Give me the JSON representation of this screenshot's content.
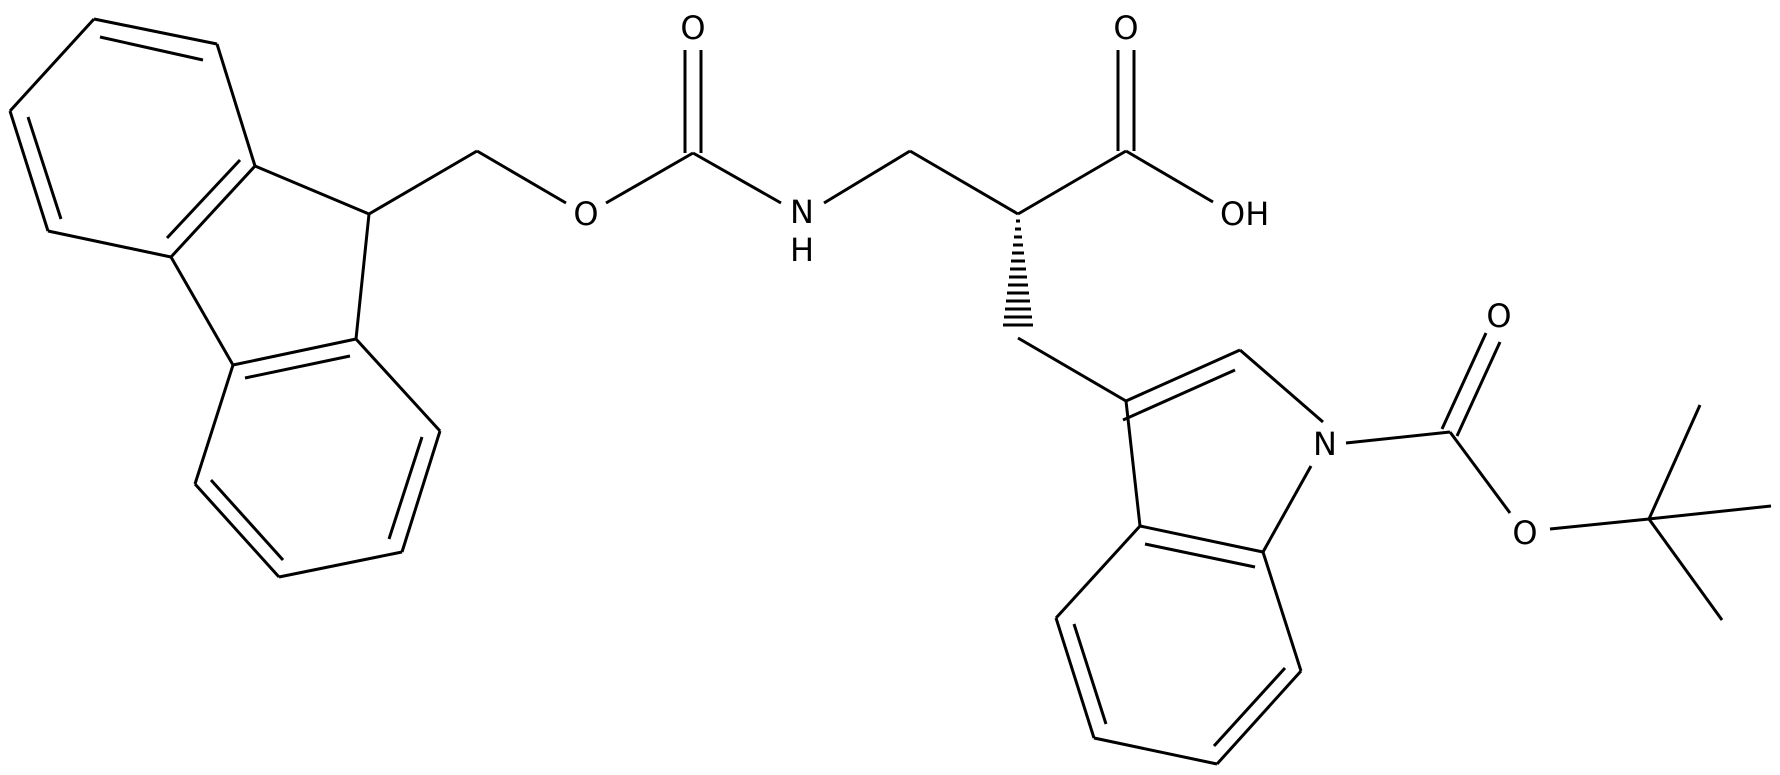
{
  "atom_labels": {
    "carbamate_carbonyl_o": "O",
    "carbamate_ester_o": "O",
    "carbamate_n": "N",
    "carbamate_nh_h": "H",
    "acid_carbonyl_o": "O",
    "acid_hydroxyl": "OH",
    "indole_n": "N",
    "boc_carbonyl_o": "O",
    "boc_ester_o": "O"
  },
  "colors": {
    "bond": "#000000",
    "text": "#000000",
    "background": "#ffffff"
  }
}
